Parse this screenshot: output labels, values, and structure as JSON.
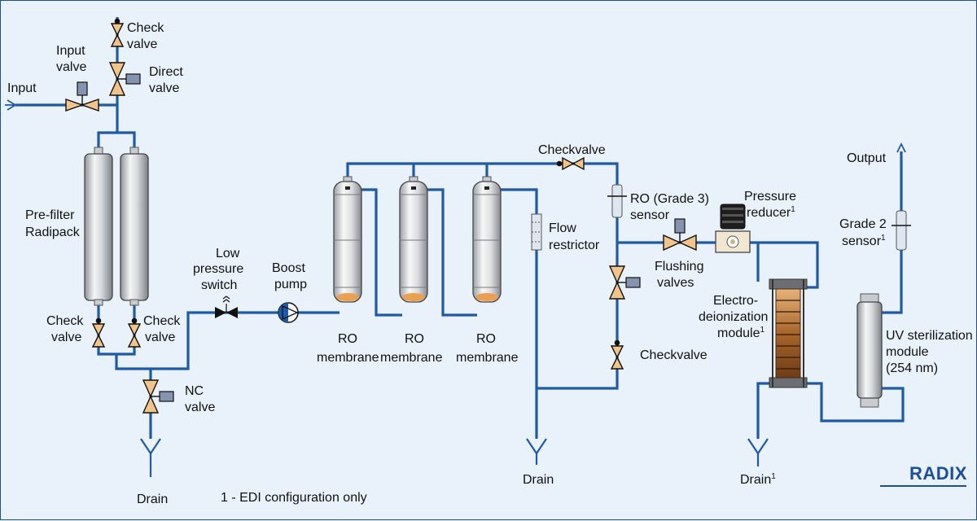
{
  "labels": {
    "input": "Input",
    "input_valve_1": "Input",
    "input_valve_2": "valve",
    "check_top_1": "Check",
    "check_top_2": "valve",
    "direct_1": "Direct",
    "direct_2": "valve",
    "prefilter_1": "Pre-filter",
    "prefilter_2": "Radipack",
    "check_left_1": "Check",
    "check_left_2": "valve",
    "check_right_1": "Check",
    "check_right_2": "valve",
    "nc_1": "NC",
    "nc_2": "valve",
    "drain_left": "Drain",
    "footnote": "1 - EDI configuration only",
    "lps_1": "Low",
    "lps_2": "pressure",
    "lps_3": "switch",
    "boost_1": "Boost",
    "boost_2": "pump",
    "ro1_1": "RO",
    "ro1_2": "membrane",
    "ro2_1": "RO",
    "ro2_2": "membrane",
    "ro3_1": "RO",
    "ro3_2": "membrane",
    "checkvalve_top": "Checkvalve",
    "flow_1": "Flow",
    "flow_2": "restrictor",
    "drain_mid": "Drain",
    "ro_sensor_1": "RO (Grade 3)",
    "ro_sensor_2": "sensor",
    "flushing_1": "Flushing",
    "flushing_2": "valves",
    "checkvalve_bottom": "Checkvalve",
    "pressure_1": "Pressure",
    "pressure_2": "reducer",
    "pressure_sup": "1",
    "edi_1": "Electro-",
    "edi_2": "deionization",
    "edi_3": "module",
    "edi_sup": "1",
    "drain_edi": "Drain",
    "drain_edi_sup": "1",
    "output": "Output",
    "grade2_1": "Grade 2",
    "grade2_2": "sensor",
    "grade2_sup": "1",
    "uv_1": "UV sterilization",
    "uv_2": "module",
    "uv_3": "(254 nm)"
  },
  "brand": "RADIX",
  "colors": {
    "pipe": "#1f5aa6",
    "valve": "#f3c48a",
    "actuator": "#8693b0",
    "background": "#e9f1fb",
    "brand": "#1c4f98"
  }
}
